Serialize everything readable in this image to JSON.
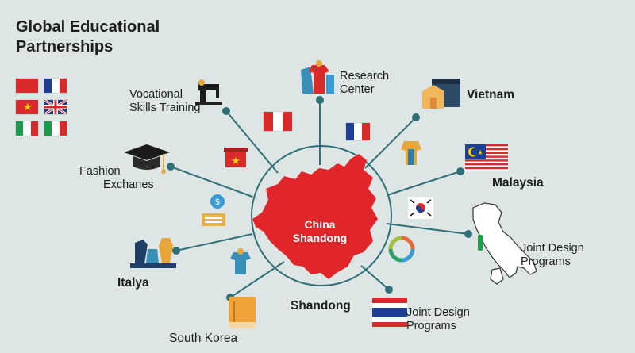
{
  "title": {
    "line1": "Global Educational",
    "line2": "Partnerships"
  },
  "center": {
    "line1": "China",
    "line2": "Shandong"
  },
  "nodes": {
    "vocational": {
      "line1": "Vocational",
      "line2": "Skills Training"
    },
    "research": {
      "line1": "Research",
      "line2": "Center"
    },
    "vietnam": {
      "label": "Vietnam"
    },
    "malaysia": {
      "label": "Malaysia"
    },
    "joint_right": {
      "line1": "Joint Design",
      "line2": "Programs"
    },
    "joint_bottom": {
      "line1": "Joint Design",
      "line2": "Programs"
    },
    "shandong": {
      "label": "Shandong"
    },
    "south_korea": {
      "label": "South Korea"
    },
    "italya": {
      "label": "Italya"
    },
    "fashion": {
      "line1": "Fashion",
      "line2": "Exchanes"
    }
  },
  "colors": {
    "background": "#dde6e4",
    "accent": "#e0262b",
    "link": "#2f6f78",
    "text": "#1e1e1e"
  },
  "icons": [
    "flag-peru-icon",
    "flag-france-icon",
    "flag-vietnam-icon",
    "flag-uk-icon",
    "flag-italy-icon",
    "sewing-machine-icon",
    "graduation-cap-icon",
    "mannequin-icon",
    "shop-icon",
    "calculator-icon",
    "cycle-arrows-icon",
    "book-icon",
    "flag-thailand-icon",
    "flag-malaysia-icon",
    "flag-korea-icon",
    "italy-map-icon",
    "china-map-icon"
  ]
}
